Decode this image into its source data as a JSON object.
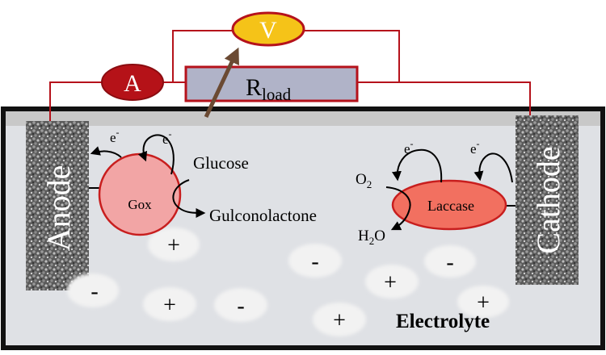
{
  "meters": {
    "voltmeter": "V",
    "ammeter": "A"
  },
  "load": {
    "label_main": "R",
    "label_sub": "load"
  },
  "electrodes": {
    "anode": "Anode",
    "cathode": "Cathode"
  },
  "enzymes": {
    "gox": "Gox",
    "laccase": "Laccase"
  },
  "species": {
    "glucose": "Glucose",
    "gluconolactone": "Gulconolactone",
    "o2_main": "O",
    "o2_sub": "2",
    "h2o_h": "H",
    "h2o_sub": "2",
    "h2o_o": "O"
  },
  "electron": {
    "symbol": "e",
    "charge": "-"
  },
  "ions": {
    "plus": "+",
    "minus": "-"
  },
  "electrolyte_label": "Electrolyte",
  "colors": {
    "wire": "#b5121b",
    "meter_a": "#b51218",
    "meter_v": "#f5c318",
    "load_fill": "#b0b3c8",
    "electrolyte": "#dfe1e5",
    "top_band": "#c8c8c8",
    "tank_border": "#111111",
    "gox_fill": "#f2a5a5",
    "laccase_fill": "#f27060",
    "enzyme_stroke": "#c81e1e",
    "ion_fill": "#f2f2f2",
    "arrow": "#6b4a33"
  }
}
